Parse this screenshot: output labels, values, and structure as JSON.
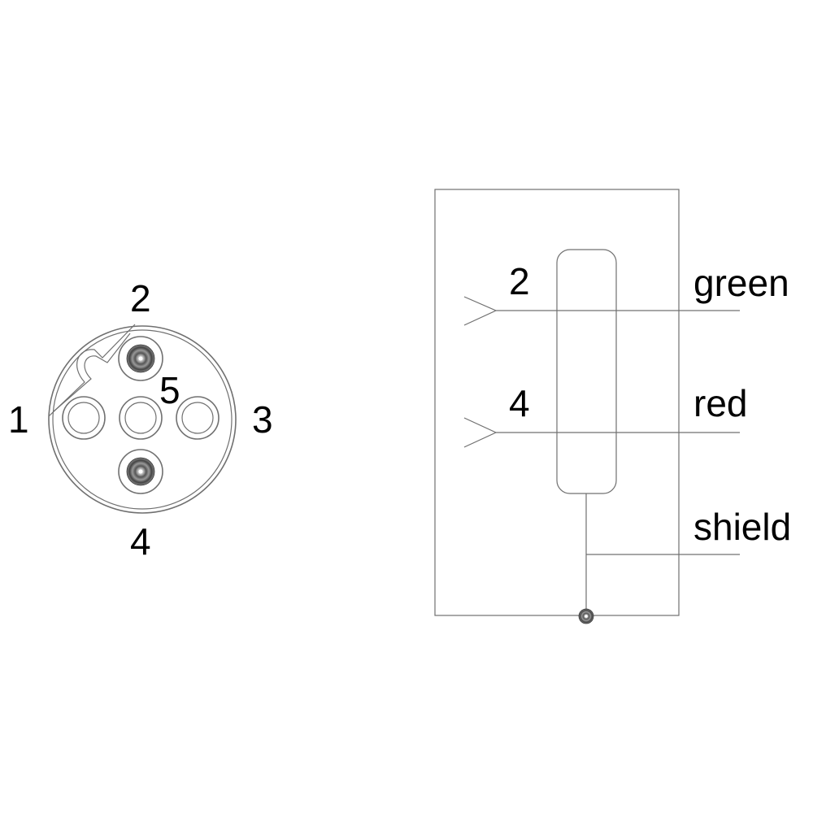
{
  "connector_face": {
    "pins": [
      {
        "number": "1",
        "populated": false
      },
      {
        "number": "2",
        "populated": true
      },
      {
        "number": "3",
        "populated": false
      },
      {
        "number": "4",
        "populated": true
      },
      {
        "number": "5",
        "populated": false
      }
    ]
  },
  "wiring": {
    "wires": [
      {
        "pin": "2",
        "color_label": "green"
      },
      {
        "pin": "4",
        "color_label": "red"
      }
    ],
    "shield_label": "shield"
  },
  "colors": {
    "line": "#707070",
    "text": "#000000",
    "background": "#ffffff"
  }
}
